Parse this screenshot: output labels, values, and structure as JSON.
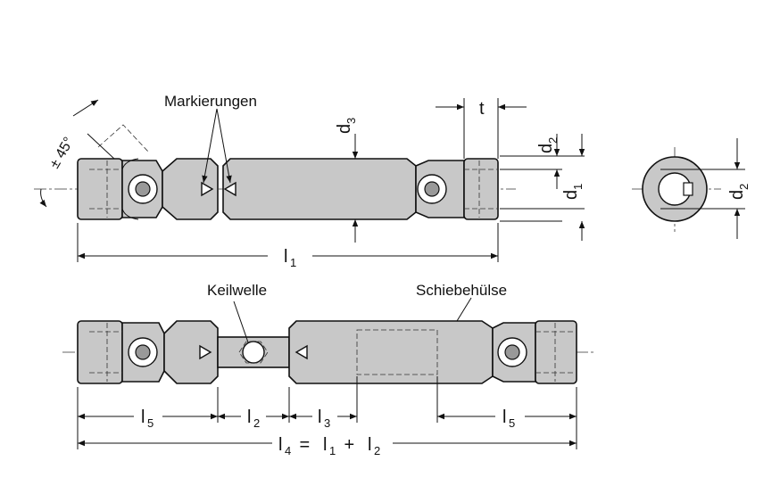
{
  "labels": {
    "markierungen": "Markierungen",
    "keilwelle": "Keilwelle",
    "schiebehuelse": "Schiebehülse",
    "angle": "± 45°",
    "t": "t",
    "d1": "d",
    "d1_sub": "1",
    "d2": "d",
    "d2_sub": "2",
    "d2_side": "d",
    "d2_side_sub": "2",
    "d3": "d",
    "d3_sub": "3",
    "l1": "l",
    "l1_sub": "1",
    "l2": "l",
    "l2_sub": "2",
    "l3": "l",
    "l3_sub": "3",
    "l5_left": "l",
    "l5_left_sub": "5",
    "l5_right": "l",
    "l5_right_sub": "5",
    "l4_eq": {
      "l4": "l",
      "l4_sub": "4",
      "eq": " = ",
      "a": "l",
      "a_sub": "1",
      "plus": " + ",
      "b": "l",
      "b_sub": "2"
    }
  }
}
